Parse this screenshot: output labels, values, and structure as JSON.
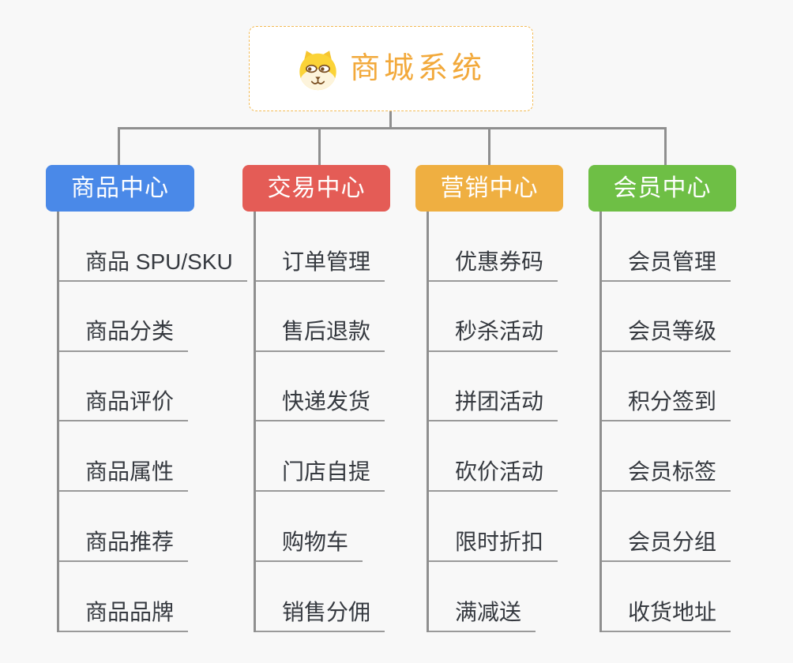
{
  "root": {
    "title": "商城系统",
    "icon": "dog-face-icon",
    "accent_color": "#f2a93b",
    "border_color": "#f3bb55"
  },
  "colors": {
    "background": "#f8f8f8",
    "connector_gray": "#8f8f8f",
    "leaf_underline_gray": "#9a9a9a",
    "leaf_text": "#35393f"
  },
  "branches": [
    {
      "label": "商品中心",
      "color": "#4a89e8",
      "items": [
        "商品 SPU/SKU",
        "商品分类",
        "商品评价",
        "商品属性",
        "商品推荐",
        "商品品牌"
      ]
    },
    {
      "label": "交易中心",
      "color": "#e45c56",
      "items": [
        "订单管理",
        "售后退款",
        "快递发货",
        "门店自提",
        "购物车",
        "销售分佣"
      ]
    },
    {
      "label": "营销中心",
      "color": "#efaf41",
      "items": [
        "优惠券码",
        "秒杀活动",
        "拼团活动",
        "砍价活动",
        "限时折扣",
        "满减送"
      ]
    },
    {
      "label": "会员中心",
      "color": "#6ebf45",
      "items": [
        "会员管理",
        "会员等级",
        "积分签到",
        "会员标签",
        "会员分组",
        "收货地址"
      ]
    }
  ]
}
